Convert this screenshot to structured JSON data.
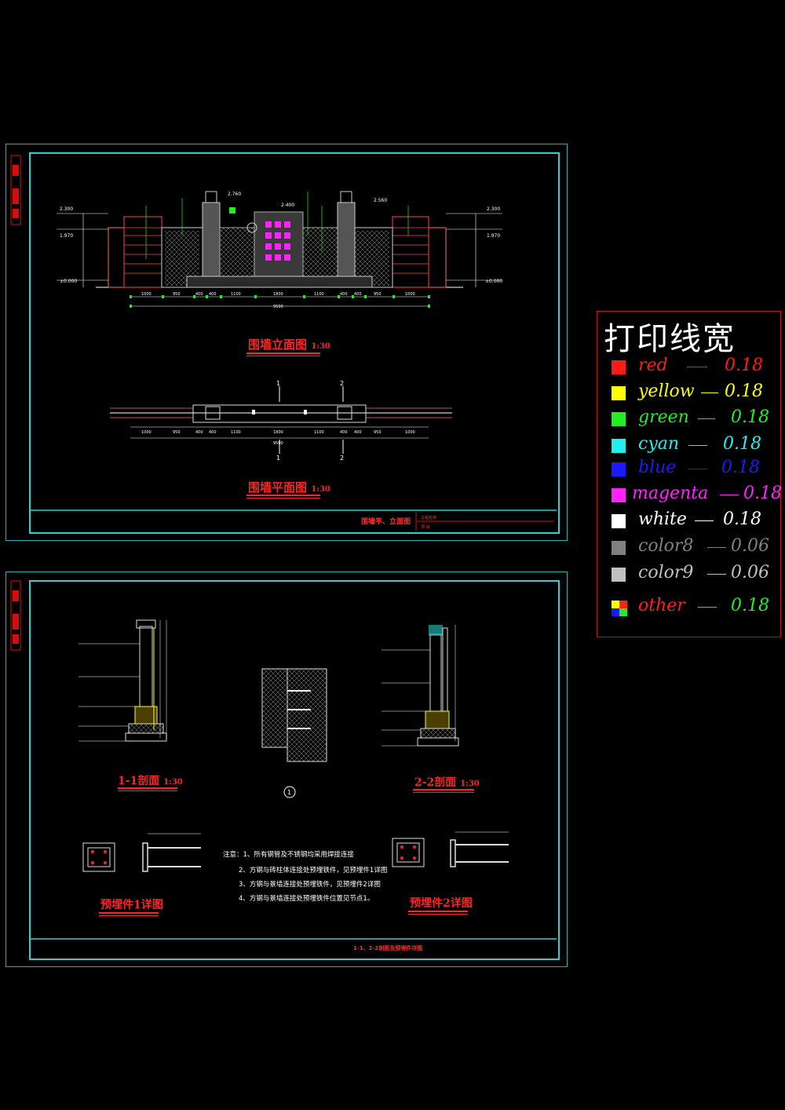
{
  "sheet1": {
    "elevation_title": "围墙立面图",
    "elevation_scale": "1:30",
    "plan_title": "围墙平面图",
    "plan_scale": "1:30",
    "footer_title": "围墙平、立面图",
    "footer_cell1": "工程名称",
    "footer_cell2": "项 目",
    "elevation_levels": {
      "left_top": "2.300",
      "left_mid": "1.970",
      "left_zero": "±0.000",
      "right_top": "2.300",
      "right_mid": "1.970",
      "right_zero": "±0.000",
      "peak_left": "2.760",
      "peak_mid": "2.400",
      "peak_right": "2.560"
    },
    "dims": [
      "1000",
      "950",
      "400",
      "400",
      "1100",
      "1800",
      "1100",
      "400",
      "400",
      "950",
      "1000"
    ],
    "total": "9500",
    "section_marks": [
      "1",
      "2",
      "1",
      "2"
    ]
  },
  "sheet2": {
    "section1_title": "1-1剖面",
    "section1_scale": "1:30",
    "section2_title": "2-2剖面",
    "section2_scale": "1:30",
    "embed1_title": "预埋件1详图",
    "embed2_title": "预埋件2详图",
    "footer_title": "1-1、2-2剖面及预埋件详图",
    "notes": [
      "注意：1、所有钢管及不锈钢均采用焊接连接",
      "2、方钢与砖柱体连接处预埋铁件，见预埋件1详图",
      "3、方钢与景墙连接处预埋铁件，见预埋件2详图",
      "4、方钢与景墙连接处预埋铁件位置见节点1。"
    ],
    "node_marker": "1"
  },
  "legend": {
    "title": "打印线宽",
    "rows": [
      {
        "name": "red",
        "value": "0.18",
        "color": "#ff1a1a",
        "value_color": "#ff1a1a"
      },
      {
        "name": "yellow",
        "value": "0.18",
        "color": "#ffff00",
        "value_color": "#ffff00"
      },
      {
        "name": "green",
        "value": "0.18",
        "color": "#22ee22",
        "value_color": "#22ee22"
      },
      {
        "name": "cyan",
        "value": "0.18",
        "color": "#22eeee",
        "value_color": "#22eeee"
      },
      {
        "name": "blue",
        "value": "0.18",
        "color": "#1a1aff",
        "value_color": "#1a1aff"
      },
      {
        "name": "magenta",
        "value": "0.18",
        "color": "#ff22ff",
        "value_color": "#ff22ff"
      },
      {
        "name": "white",
        "value": "0.18",
        "color": "#ffffff",
        "value_color": "#ffffff"
      },
      {
        "name": "color8",
        "value": "0.06",
        "color": "#808080",
        "value_color": "#808080"
      },
      {
        "name": "color9",
        "value": "0.06",
        "color": "#c0c0c0",
        "value_color": "#c0c0c0"
      },
      {
        "name": "other",
        "value": "0.18",
        "color": "multi",
        "value_color": "#22ee22"
      }
    ]
  }
}
